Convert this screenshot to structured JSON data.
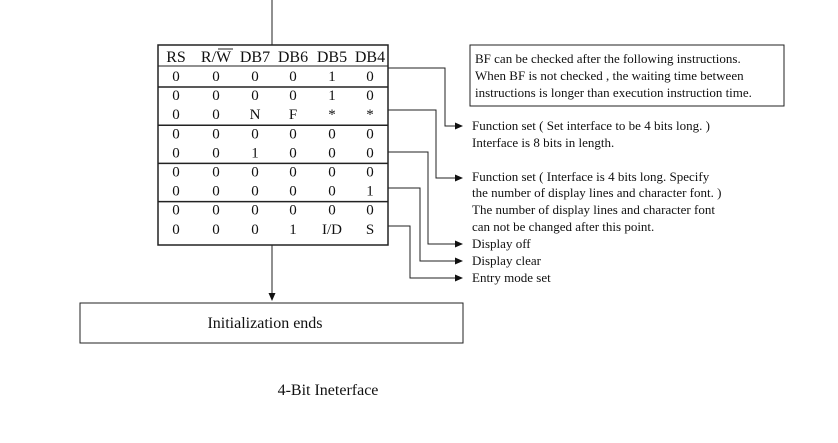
{
  "diagram": {
    "headers": [
      "RS",
      "R/W",
      "DB7",
      "DB6",
      "DB5",
      "DB4"
    ],
    "groups": [
      {
        "rows": [
          [
            "0",
            "0",
            "0",
            "0",
            "1",
            "0"
          ]
        ]
      },
      {
        "rows": [
          [
            "0",
            "0",
            "0",
            "0",
            "1",
            "0"
          ],
          [
            "0",
            "0",
            "N",
            "F",
            "*",
            "*"
          ]
        ]
      },
      {
        "rows": [
          [
            "0",
            "0",
            "0",
            "0",
            "0",
            "0"
          ],
          [
            "0",
            "0",
            "1",
            "0",
            "0",
            "0"
          ]
        ]
      },
      {
        "rows": [
          [
            "0",
            "0",
            "0",
            "0",
            "0",
            "0"
          ],
          [
            "0",
            "0",
            "0",
            "0",
            "0",
            "1"
          ]
        ]
      },
      {
        "rows": [
          [
            "0",
            "0",
            "0",
            "0",
            "0",
            "0"
          ],
          [
            "0",
            "0",
            "0",
            "1",
            "I/D",
            "S"
          ]
        ]
      }
    ],
    "note_box": [
      "BF can  be checked after the following instructions.",
      "When BF is not checked , the waiting time between",
      "instructions is longer than execution instruction time."
    ],
    "annotations": [
      [
        "Function set ( Set interface to be 4 bits long. )",
        "Interface is 8 bits in length."
      ],
      [
        "Function set ( Interface is 4 bits long. Specify",
        "the number of display lines and   character font. )",
        "The number of display lines and character font",
        "can not be changed after this point."
      ],
      [
        "Display off"
      ],
      [
        "Display clear"
      ],
      [
        "Entry mode set"
      ]
    ],
    "end_box": "Initialization ends",
    "caption": "4-Bit Ineterface"
  },
  "colors": {
    "ink": "#111111",
    "line": "#222222",
    "background": "#ffffff"
  }
}
